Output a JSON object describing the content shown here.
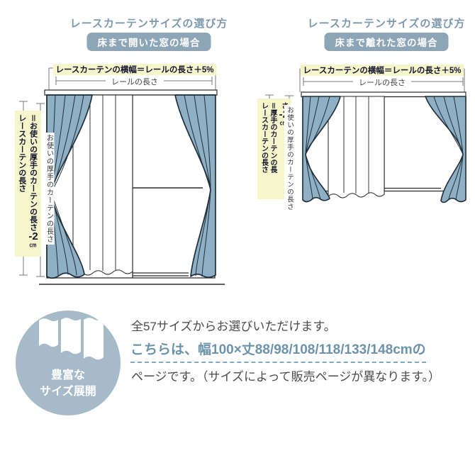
{
  "colors": {
    "title": "#7e99ad",
    "badge_bg": "#8ca5b7",
    "highlight_yellow": "#f6f6cd",
    "curtain_fill": "#8fb0c4",
    "curtain_outline": "#1e2e3a",
    "dim_line": "#787878",
    "footer_circle": "#a6bac8",
    "footer_text": "#4b4b4b",
    "footer_accent": "#6b94aa"
  },
  "left_diagram": {
    "title": "レースカーテンサイズの選び方",
    "badge": "床まで開いた窓の場合",
    "width_label": "レースカーテンの横幅＝レールの長さ＋5%",
    "rail_label": "レールの長さ",
    "lace_length_col1": "レースカーテンの長さ",
    "lace_length_col2": "＝お使いの厚手のカーテンの長さ",
    "lace_length_minus": "-2",
    "lace_length_unit": "cm",
    "thick_length_label": "お使いの厚手のカーテンの長さ"
  },
  "right_diagram": {
    "title": "レースカーテンサイズの選び方",
    "badge": "床まで離れた窓の場合",
    "width_label": "レースカーテンの横幅＝レールの長さ＋5%",
    "rail_label": "レールの長さ",
    "lace_length_col1": "レースカーテンの長さ",
    "lace_length_col2": "＝厚手のカーテンの長さ",
    "lace_length_minus": "-2",
    "lace_length_unit": "cm",
    "thick_length_label": "お使いの厚手のカーテンの長さ"
  },
  "footer": {
    "circle_line1": "豊富な",
    "circle_line2": "サイズ展開",
    "line1": "全57サイズからお選びいただけます。",
    "line2": "こちらは、幅100×丈88/98/108/118/133/148cmの",
    "line3": "ページです。（サイズによって販売ページが異なります。）"
  }
}
